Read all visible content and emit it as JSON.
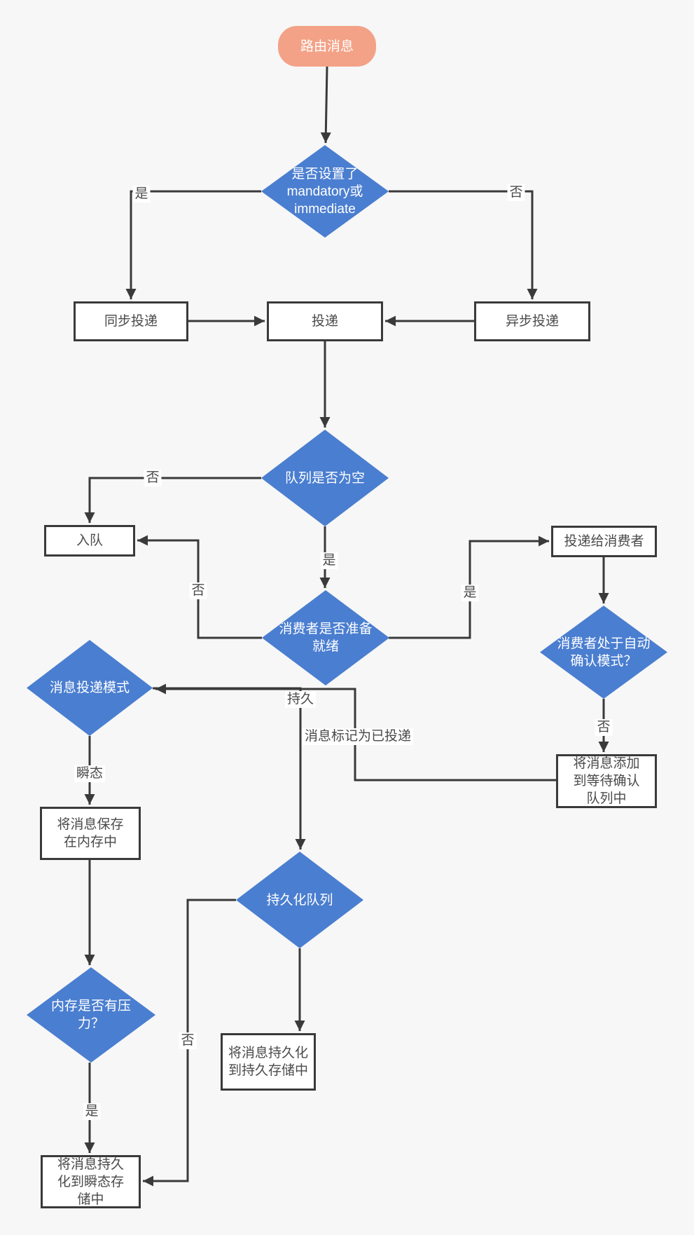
{
  "colors": {
    "background": "#f7f7f7",
    "start_node_fill": "#f3a287",
    "decision_fill": "#4a7ed0",
    "line_and_border": "#3a3a3a",
    "box_text": "#4a4a4a",
    "light_text": "#ffffff"
  },
  "nodes": {
    "route_message": {
      "type": "start",
      "label": "路由消息"
    },
    "mandatory_check": {
      "type": "decision",
      "label": "是否设置了\nmandatory或\nimmediate"
    },
    "sync_delivery": {
      "type": "process",
      "label": "同步投递"
    },
    "delivery": {
      "type": "process",
      "label": "投递"
    },
    "async_delivery": {
      "type": "process",
      "label": "异步投递"
    },
    "queue_empty_check": {
      "type": "decision",
      "label": "队列是否为空"
    },
    "enqueue": {
      "type": "process",
      "label": "入队"
    },
    "consumer_ready_check": {
      "type": "decision",
      "label": "消费者是否准备\n就绪"
    },
    "deliver_to_consumer": {
      "type": "process",
      "label": "投递给消费者"
    },
    "auto_ack_check": {
      "type": "decision",
      "label": "消费者处于自动\n确认模式？"
    },
    "pending_ack_queue": {
      "type": "process",
      "label": "将消息添加\n到等待确认\n队列中"
    },
    "delivery_mode_check": {
      "type": "decision",
      "label": "消息投递模式"
    },
    "save_in_memory": {
      "type": "process",
      "label": "将消息保存\n在内存中"
    },
    "persistent_queue_check": {
      "type": "decision",
      "label": "持久化队列"
    },
    "memory_pressure_check": {
      "type": "decision",
      "label": "内存是否有压\n力？"
    },
    "persist_transient_storage": {
      "type": "process",
      "label": "将消息持久\n化到瞬态存\n储中"
    },
    "persist_durable_storage": {
      "type": "process",
      "label": "将消息持久化\n到持久存储中"
    }
  },
  "edges": [
    {
      "from": "route_message",
      "to": "mandatory_check",
      "label": ""
    },
    {
      "from": "mandatory_check",
      "to": "sync_delivery",
      "label": "是"
    },
    {
      "from": "mandatory_check",
      "to": "async_delivery",
      "label": "否"
    },
    {
      "from": "sync_delivery",
      "to": "delivery",
      "label": ""
    },
    {
      "from": "async_delivery",
      "to": "delivery",
      "label": ""
    },
    {
      "from": "delivery",
      "to": "queue_empty_check",
      "label": ""
    },
    {
      "from": "queue_empty_check",
      "to": "enqueue",
      "label": "否"
    },
    {
      "from": "queue_empty_check",
      "to": "consumer_ready_check",
      "label": "是"
    },
    {
      "from": "consumer_ready_check",
      "to": "enqueue",
      "label": "否"
    },
    {
      "from": "consumer_ready_check",
      "to": "deliver_to_consumer",
      "label": "是"
    },
    {
      "from": "deliver_to_consumer",
      "to": "auto_ack_check",
      "label": ""
    },
    {
      "from": "auto_ack_check",
      "to": "pending_ack_queue",
      "label": "否"
    },
    {
      "from": "pending_ack_queue",
      "to": "delivery_mode_check",
      "label": "消息标记为已投递"
    },
    {
      "from": "delivery_mode_check",
      "to": "persistent_queue_check",
      "label": "持久"
    },
    {
      "from": "delivery_mode_check",
      "to": "save_in_memory",
      "label": "瞬态"
    },
    {
      "from": "save_in_memory",
      "to": "memory_pressure_check",
      "label": ""
    },
    {
      "from": "memory_pressure_check",
      "to": "persist_transient_storage",
      "label": "是"
    },
    {
      "from": "persistent_queue_check",
      "to": "persist_transient_storage",
      "label": "否"
    },
    {
      "from": "persistent_queue_check",
      "to": "persist_durable_storage",
      "label": ""
    }
  ]
}
